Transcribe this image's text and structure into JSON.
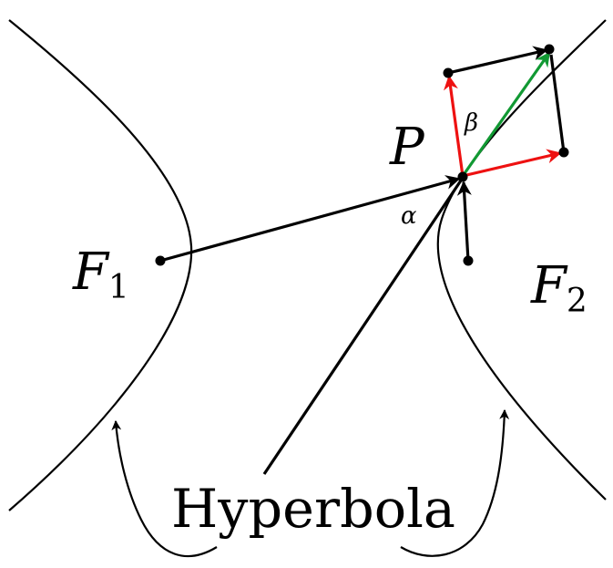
{
  "labels": {
    "focus1": "F",
    "focus1_sub": "1",
    "focus2": "F",
    "focus2_sub": "2",
    "point": "P",
    "alpha": "α",
    "beta": "β",
    "caption": "Hyperbola"
  },
  "colors": {
    "curve": "#000000",
    "vector": "#000000",
    "component": "#ee1111",
    "resultant": "#119933"
  }
}
